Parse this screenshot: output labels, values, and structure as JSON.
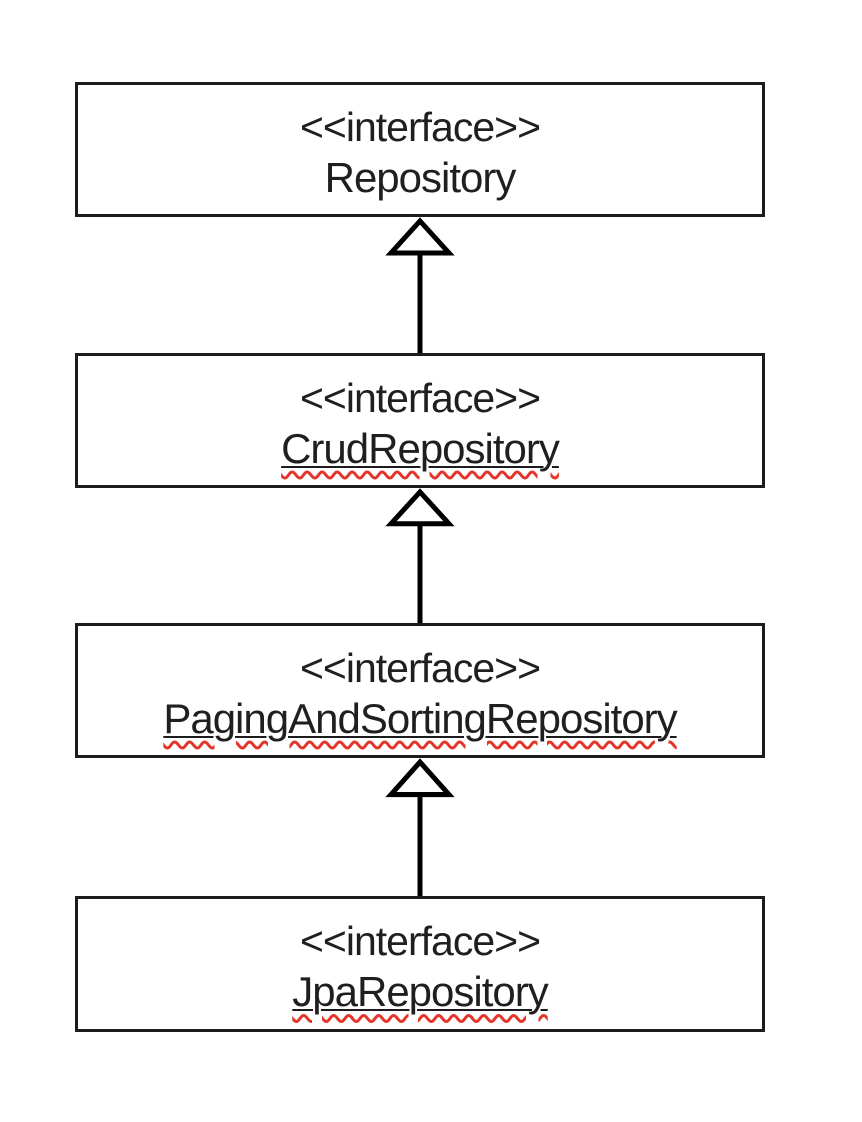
{
  "diagram": {
    "stereotype_label": "<<interface>>",
    "nodes": [
      {
        "stereotype": "<<interface>>",
        "name": "Repository",
        "spellcheck_underline": false
      },
      {
        "stereotype": "<<interface>>",
        "name": "CrudRepository",
        "spellcheck_underline": true
      },
      {
        "stereotype": "<<interface>>",
        "name": "PagingAndSortingRepository",
        "spellcheck_underline": true
      },
      {
        "stereotype": "<<interface>>",
        "name": "JpaRepository",
        "spellcheck_underline": true
      }
    ],
    "edges": [
      {
        "from": "CrudRepository",
        "to": "Repository",
        "type": "inheritance"
      },
      {
        "from": "PagingAndSortingRepository",
        "to": "CrudRepository",
        "type": "inheritance"
      },
      {
        "from": "JpaRepository",
        "to": "PagingAndSortingRepository",
        "type": "inheritance"
      }
    ],
    "colors": {
      "background": "#ffffff",
      "box_border": "#1c1c1c",
      "text": "#1f1f1f",
      "arrow": "#000000",
      "spellcheck_squiggle": "#e5352b"
    }
  }
}
